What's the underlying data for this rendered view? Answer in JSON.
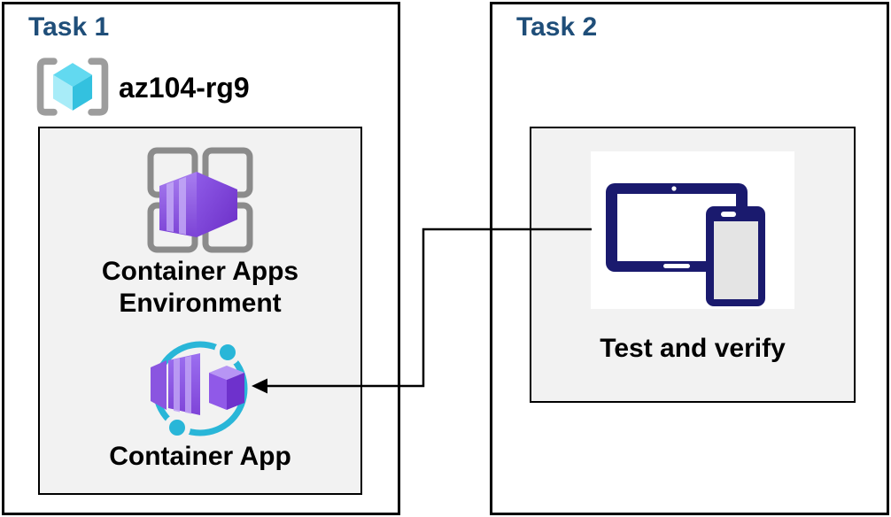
{
  "diagram": {
    "task1": {
      "title": "Task 1",
      "resource_group": {
        "icon": "resource-group-icon",
        "name": "az104-rg9"
      },
      "environment_box": {
        "environment": {
          "icon": "container-apps-environment-icon",
          "label": "Container Apps\nEnvironment"
        },
        "app": {
          "icon": "container-app-icon",
          "label": "Container App"
        }
      }
    },
    "task2": {
      "title": "Task 2",
      "step": {
        "icon": "tablet-phone-devices-icon",
        "label": "Test and verify"
      }
    },
    "connector": {
      "type": "elbow-arrow",
      "from": "test-and-verify",
      "to": "container-app"
    }
  },
  "colors": {
    "task_title": "#1F4E79",
    "box_border": "#000000",
    "inner_box_fill": "#F2F2F2",
    "label_text": "#000000",
    "azure_purple_light": "#A87EF0",
    "azure_purple_mid": "#8B5CE6",
    "azure_purple_dark": "#6B2FC9",
    "azure_cyan": "#29B6D8",
    "resource_cube_cyan": "#62D9F0",
    "grid_gray": "#8B8B8B",
    "devices_navy": "#1A1A6E",
    "arrow": "#000000"
  }
}
